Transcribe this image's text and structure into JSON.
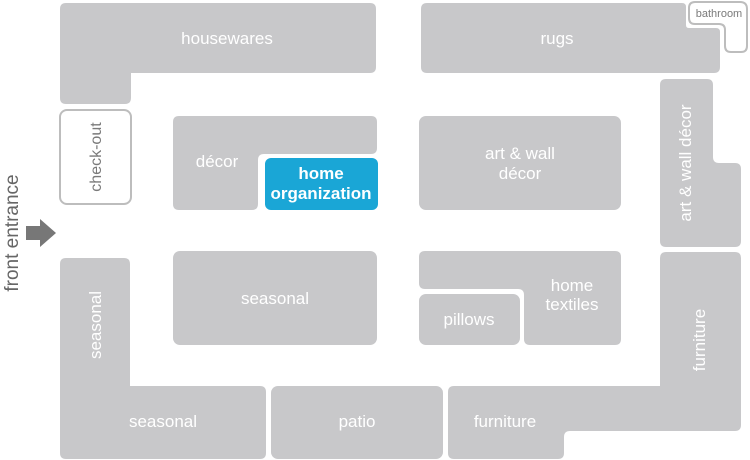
{
  "colors": {
    "department_fill": "#c8c8ca",
    "highlight_fill": "#1aa6d6",
    "outline_stroke": "#bdbdbd",
    "arrow": "#777777",
    "entrance_text": "#666666"
  },
  "highlighted_department": "home organization",
  "entrance": {
    "label": "front entrance",
    "arrow_icon": "arrow-right-icon"
  },
  "departments": {
    "housewares": "housewares",
    "rugs": "rugs",
    "bathroom": "bathroom",
    "checkout": "check-out",
    "decor": "décor",
    "home_organization_line1": "home",
    "home_organization_line2": "organization",
    "art_wall_decor_line1": "art & wall",
    "art_wall_decor_line2": "décor",
    "art_wall_decor_side": "art & wall décor",
    "seasonal_center": "seasonal",
    "home_textiles_line1": "home",
    "home_textiles_line2": "textiles",
    "pillows": "pillows",
    "furniture_side": "furniture",
    "seasonal_side": "seasonal",
    "seasonal_bottom": "seasonal",
    "patio": "patio",
    "furniture_bottom": "furniture"
  }
}
